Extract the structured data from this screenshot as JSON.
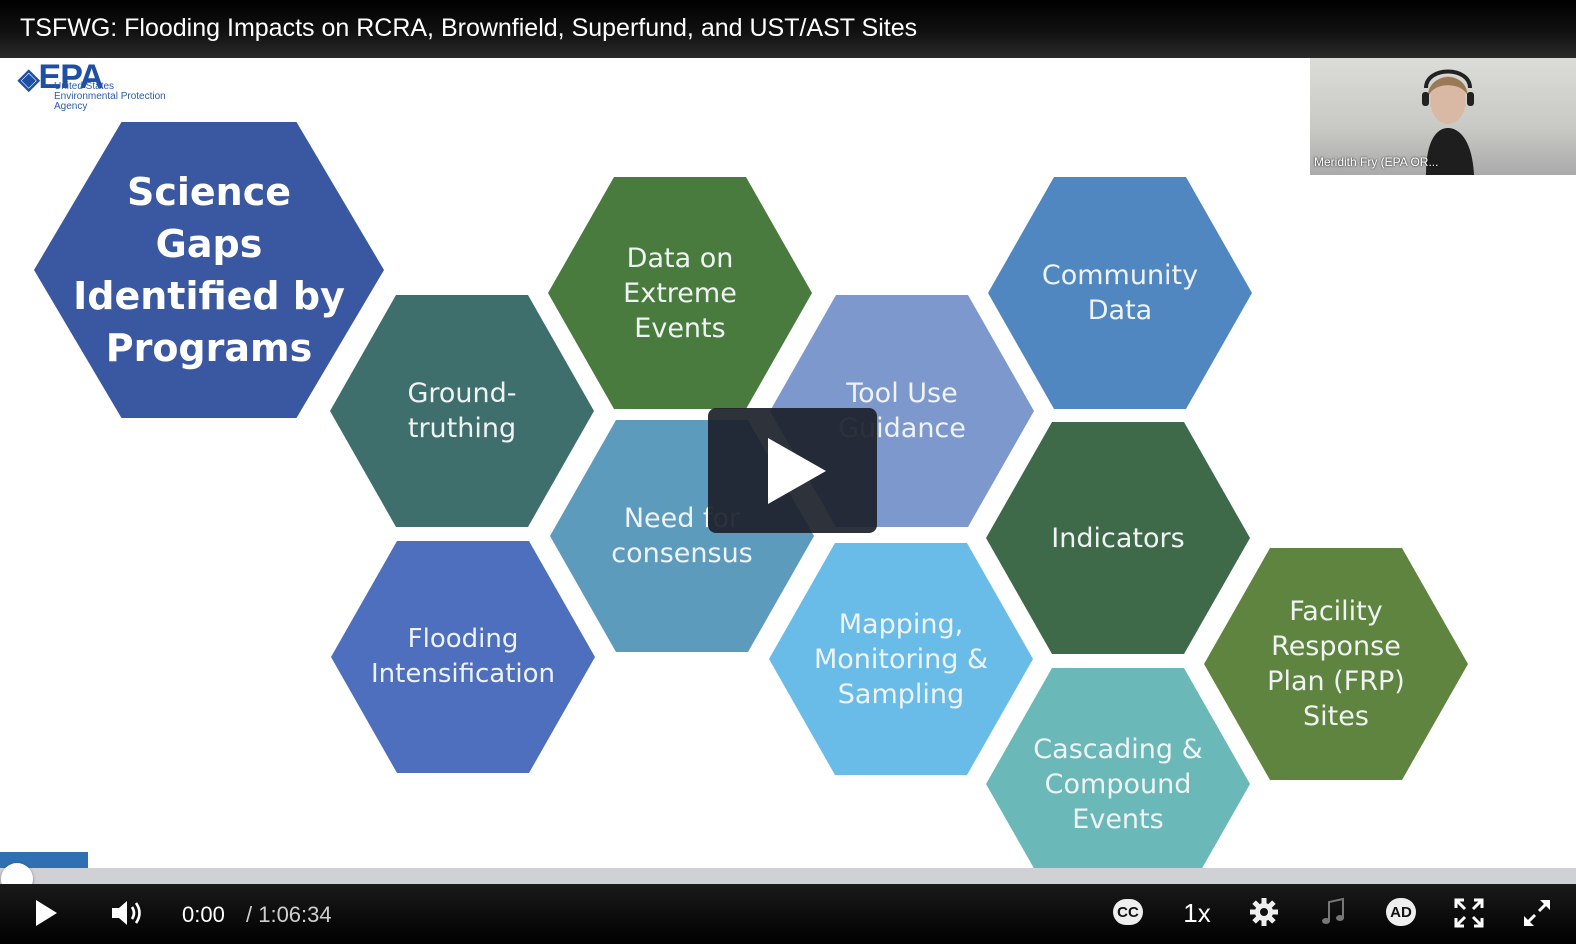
{
  "video": {
    "title": "TSFWG: Flooding Impacts on RCRA, Brownfield, Superfund, and UST/AST Sites",
    "current_time": "0:00",
    "duration": "/ 1:06:34",
    "progress": 0.0,
    "speed": "1x"
  },
  "slide": {
    "logo_mark": "EPA",
    "logo_sub_1": "United States",
    "logo_sub_2": "Environmental Protection",
    "logo_sub_3": "Agency",
    "hexes": [
      {
        "label": "Science\nGaps\nIdentified by\nPrograms",
        "color": "#3a57a1"
      },
      {
        "label": "Data on\nExtreme\nEvents",
        "color": "#4a7b3e"
      },
      {
        "label": "Community\nData",
        "color": "#5087c1"
      },
      {
        "label": "Ground-\ntruthing",
        "color": "#3f6f6c"
      },
      {
        "label": "Tool Use\nGuidance",
        "color": "#7d98cd"
      },
      {
        "label": "Need for\nconsensus",
        "color": "#5d9bbd"
      },
      {
        "label": "Indicators",
        "color": "#3e6a4a"
      },
      {
        "label": "Facility\nResponse\nPlan (FRP)\nSites",
        "color": "#5f843f"
      },
      {
        "label": "Flooding\nIntensification",
        "color": "#4d6fbd"
      },
      {
        "label": "Mapping,\nMonitoring &\nSampling",
        "color": "#69bce8"
      },
      {
        "label": "Cascading &\nCompound\nEvents",
        "color": "#6bb8b8"
      }
    ]
  },
  "webcam": {
    "name": "Meridith Fry (EPA OR..."
  },
  "controls": {
    "cc": "CC",
    "ad": "AD"
  }
}
